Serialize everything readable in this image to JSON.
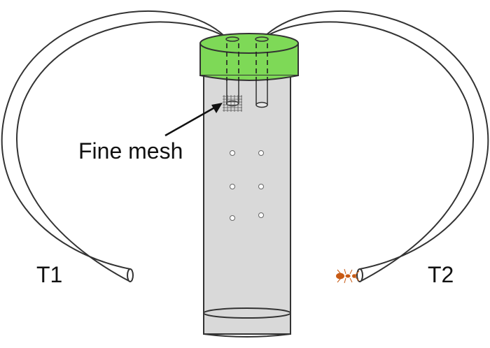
{
  "diagram": {
    "labels": {
      "tube_left": "T1",
      "tube_right": "T2",
      "mesh": "Fine mesh"
    },
    "colors": {
      "cap": "#7ed957",
      "cylinder": "#d9d9d9",
      "outline": "#333333",
      "ant": "#c85a14"
    },
    "icons": [
      "ant-icon",
      "mesh-icon"
    ]
  }
}
